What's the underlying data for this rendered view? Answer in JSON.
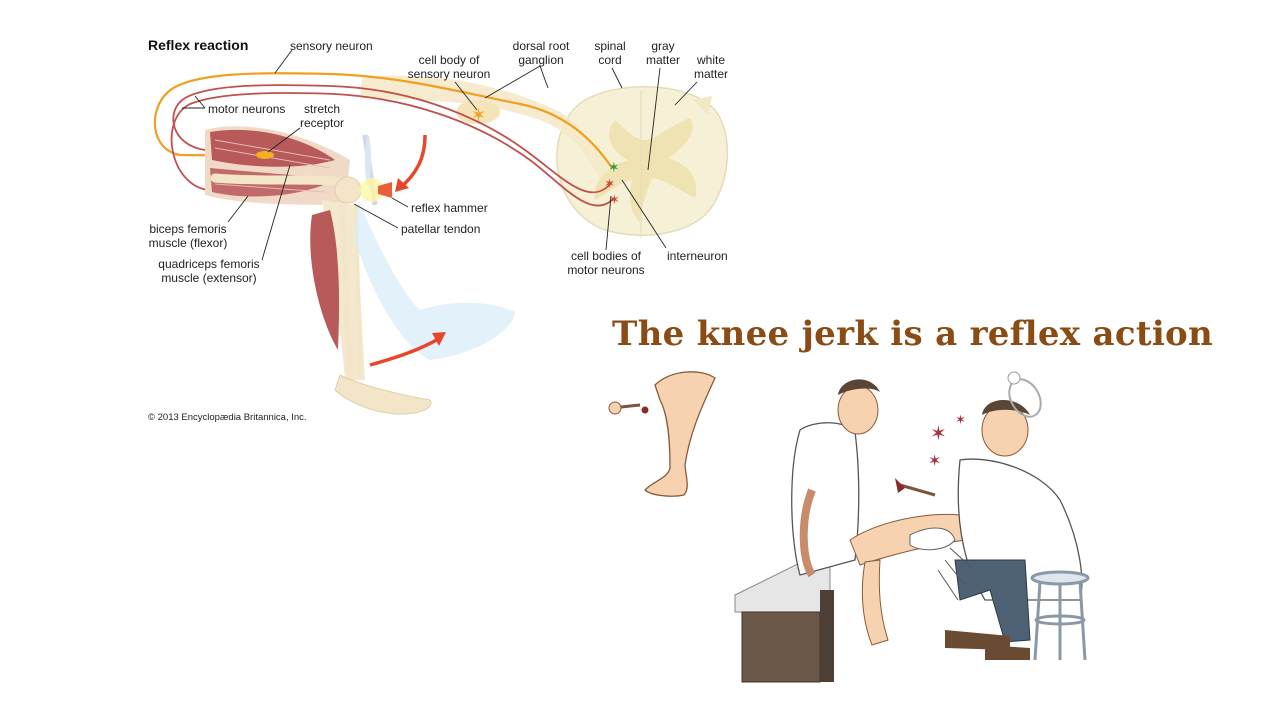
{
  "diagram": {
    "title": "Reflex reaction",
    "copyright": "© 2013 Encyclopædia Britannica, Inc.",
    "labels": {
      "sensory_neuron": "sensory neuron",
      "cell_body_1": "cell body of",
      "cell_body_2": "sensory neuron",
      "dorsal_root_1": "dorsal root",
      "dorsal_root_2": "ganglion",
      "spinal_cord_1": "spinal",
      "spinal_cord_2": "cord",
      "gray_matter_1": "gray",
      "gray_matter_2": "matter",
      "white_matter_1": "white",
      "white_matter_2": "matter",
      "motor_neurons": "motor neurons",
      "stretch_receptor_1": "stretch",
      "stretch_receptor_2": "receptor",
      "reflex_hammer": "reflex hammer",
      "patellar_tendon": "patellar tendon",
      "biceps_1": "biceps femoris",
      "biceps_2": "muscle (flexor)",
      "quadriceps_1": "quadriceps femoris",
      "quadriceps_2": "muscle (extensor)",
      "cell_bodies_motor_1": "cell bodies of",
      "cell_bodies_motor_2": "motor neurons",
      "interneuron": "interneuron"
    },
    "colors": {
      "sensory": "#f0a020",
      "motor": "#c0504d",
      "arrow": "#e8462a",
      "bone": "#f3e6c8",
      "muscle": "#b85a5a",
      "cord": "#f6f0d6",
      "gray_matter": "#efe3b4"
    }
  },
  "cartoon": {
    "title": "The knee jerk is a reflex action",
    "title_color": "#8a4b14"
  }
}
